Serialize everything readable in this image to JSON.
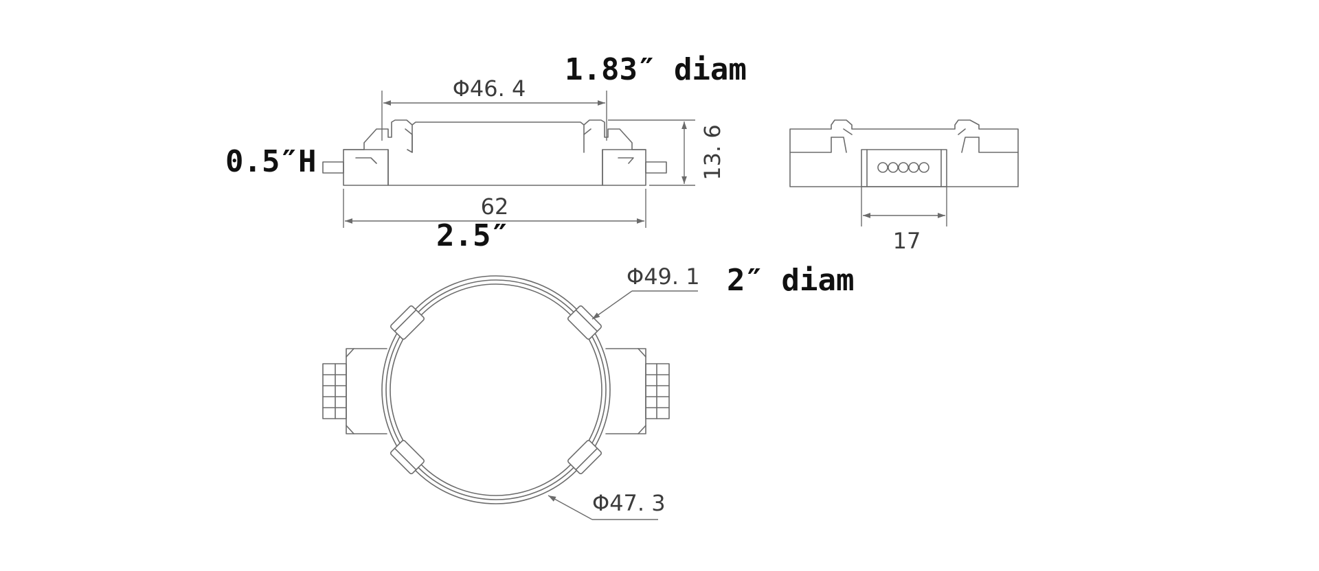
{
  "drawing": {
    "side_view": {
      "dim_top": "Φ46. 4",
      "dim_bottom": "62",
      "dim_height": "13. 6"
    },
    "end_view": {
      "dim_bottom": "17"
    },
    "plan_view": {
      "dim_outer": "Φ49. 1",
      "dim_inner": "Φ47. 3"
    }
  },
  "annotations": {
    "top_diam": "1.83″ diam",
    "height": "0.5″H",
    "length": "2.5″",
    "outer_diam": "2″ diam"
  },
  "colors": {
    "line": "#6b6b6b",
    "dimension_text": "#3c3c3c",
    "annotation_text": "#111111"
  }
}
